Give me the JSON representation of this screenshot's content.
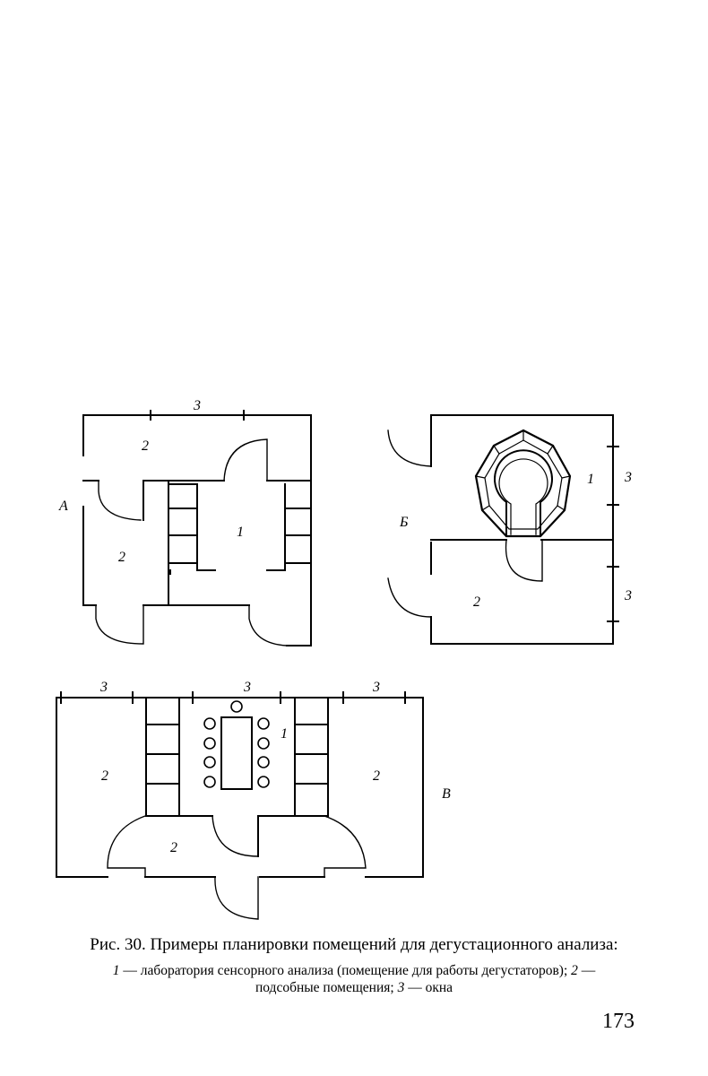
{
  "figure": {
    "plan_labels": {
      "A": "А",
      "B": "Б",
      "V": "В",
      "n1": "1",
      "n2": "2",
      "n3": "3"
    },
    "caption": {
      "title": "Рис. 30. Примеры планировки помещений для дегустационного анализа:",
      "legend": [
        {
          "num": "1",
          "text": " — лаборатория сенсорного анализа (помещение для работы дегустаторов); "
        },
        {
          "num": "2",
          "text": " —"
        },
        {
          "num": "",
          "text": "подсобные помещения; "
        },
        {
          "num": "3",
          "text": " — окна"
        }
      ]
    }
  },
  "page_number": "173"
}
